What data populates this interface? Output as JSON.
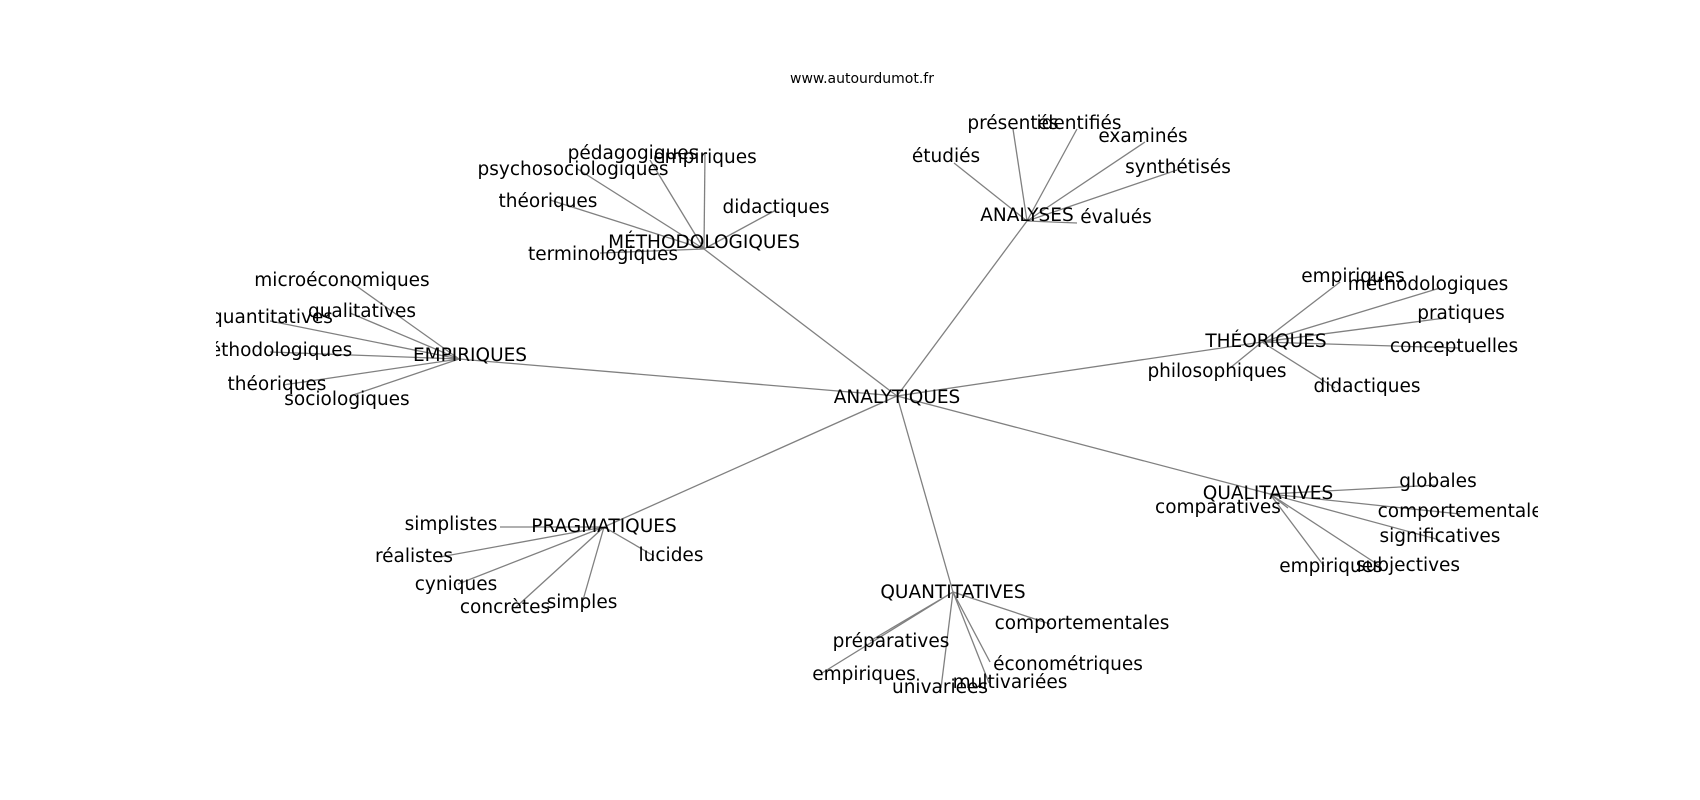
{
  "credit": "www.autourdumot.fr",
  "center": "ANALYTIQUES",
  "clusters": [
    {
      "id": "analyses",
      "label": "ANALYSES",
      "leaves": [
        "présentés",
        "identifiés",
        "examinés",
        "étudiés",
        "synthétisés",
        "évalués"
      ]
    },
    {
      "id": "methodologiques",
      "label": "MÉTHODOLOGIQUES",
      "leaves": [
        "pédagogiques",
        "empiriques",
        "psychosociologiques",
        "théoriques",
        "didactiques",
        "terminologiques"
      ]
    },
    {
      "id": "empiriques",
      "label": "EMPIRIQUES",
      "leaves": [
        "microéconomiques",
        "qualitatives",
        "quantitatives",
        "méthodologiques",
        "théoriques",
        "sociologiques"
      ]
    },
    {
      "id": "theoriques",
      "label": "THÉORIQUES",
      "leaves": [
        "empiriques",
        "méthodologiques",
        "pratiques",
        "conceptuelles",
        "philosophiques",
        "didactiques"
      ]
    },
    {
      "id": "qualitatives",
      "label": "QUALITATIVES",
      "leaves": [
        "globales",
        "comparatives",
        "comportementales",
        "significatives",
        "subjectives",
        "empiriques"
      ]
    },
    {
      "id": "pragmatiques",
      "label": "PRAGMATIQUES",
      "leaves": [
        "simplistes",
        "réalistes",
        "lucides",
        "cyniques",
        "simples",
        "concrètes"
      ]
    },
    {
      "id": "quantitatives",
      "label": "QUANTITATIVES",
      "leaves": [
        "comportementales",
        "préparatives",
        "économétriques",
        "empiriques",
        "multivariées",
        "univariées"
      ]
    }
  ]
}
